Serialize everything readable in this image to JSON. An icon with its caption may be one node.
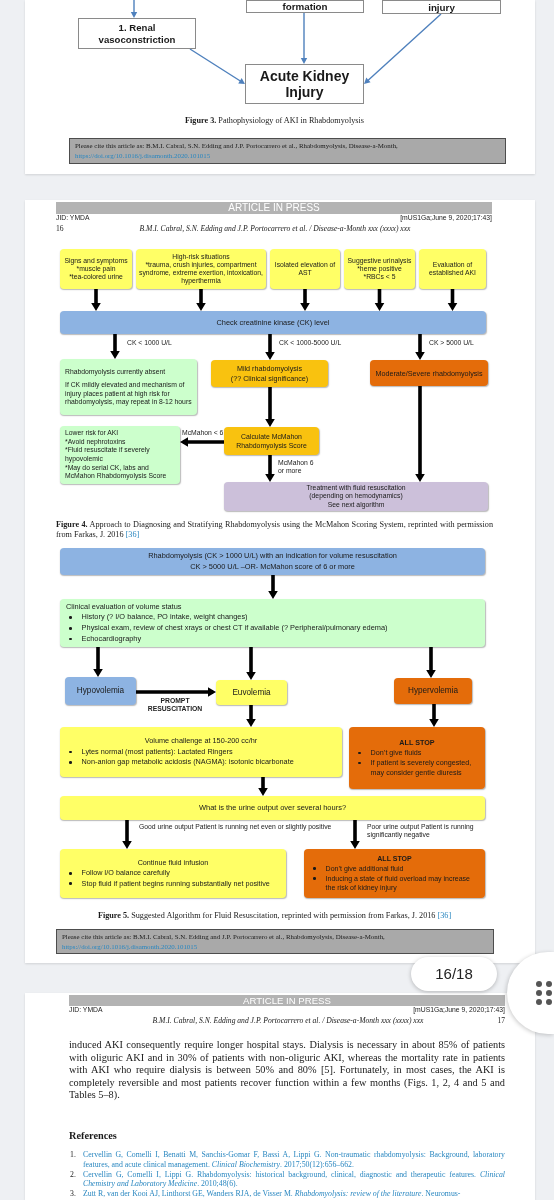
{
  "diagram": {
    "nodes": [
      {
        "text": [
          "formation"
        ]
      },
      {
        "text": [
          "injury"
        ]
      },
      {
        "text": [
          "1. Renal vasoconstriction"
        ]
      },
      {
        "text": [
          "Acute Kidney Injury"
        ]
      },
      {
        "text": [
          "Signs and symptoms",
          "*muscle pain",
          "*tea-colored urine"
        ]
      },
      {
        "text": [
          "High-risk situations",
          "*trauma, crush injuries, compartment syndrome, extreme exertion, intoxication, hyperthermia"
        ]
      },
      {
        "text": [
          "Isolated elevation of AST"
        ]
      },
      {
        "text": [
          "Suggestive urinalysis",
          "*heme positive",
          "*RBCs < 5"
        ]
      },
      {
        "text": [
          "Evaluation of established AKI"
        ]
      },
      {
        "text": [
          "Check creatinine kinase (CK) level"
        ]
      },
      {
        "text": [
          "Rhabdomyolysis currently absent",
          "If CK mildly elevated and mechanism of injury places patient at high risk for rhabdomyolysis, may repeat in 8-12 hours"
        ]
      },
      {
        "text": [
          "Mild rhabdomyolysis",
          "(?? Clinical significance)"
        ]
      },
      {
        "text": [
          "Moderate/Severe rhabdomyolysis"
        ]
      },
      {
        "text": [
          "Lower risk for AKI",
          "*Avoid nephrotoxins",
          "*Fluid resuscitate if severely hypovolemic",
          "*May do serial CK, labs and McMahon Rhabdomyolysis Score"
        ]
      },
      {
        "text": [
          "Calculate McMahon Rhabdomyolysis Score"
        ]
      },
      {
        "text": [
          "Treatment with fluid resuscitation",
          "(depending on hemodynamics)",
          "See next algorithm"
        ]
      },
      {
        "text": [
          "Rhabdomyolysis (CK > 1000 U/L) with an indication for volume resuscitation",
          "CK > 5000 U/L –OR- McMahon score of 6 or more"
        ]
      },
      {
        "text": [
          "Clinical evaluation of volume status",
          "History (? I/O balance, PO intake, weight changes)",
          "Physical exam, review of chest xrays or chest CT if available (? Peripheral/pulmonary edema)",
          "Echocardiography"
        ]
      },
      {
        "text": [
          "Hypovolemia"
        ]
      },
      {
        "text": [
          "Euvolemia"
        ]
      },
      {
        "text": [
          "Hypervolemia"
        ]
      },
      {
        "text": [
          "Volume challenge at 150-200 cc/hr",
          "Lytes normal (most patients): Lactated Ringers",
          "Non-anion gap metabolic acidosis (NAGMA): isotonic bicarbonate"
        ]
      },
      {
        "text": [
          "ALL STOP",
          "Don’t give fluids",
          "If patient is severely congested, may consider gentle diuresis"
        ]
      },
      {
        "text": [
          "What is the urine output over several hours?"
        ]
      },
      {
        "text": [
          "Continue fluid infusion",
          "Follow I/O balance carefully",
          "Stop fluid if patient begins running substantially net positive"
        ]
      },
      {
        "text": [
          "ALL STOP",
          "Don’t give additional fluid",
          "Inducing a state of fluid overload may increase the risk of kidney injury"
        ]
      }
    ],
    "edges": [
      {
        "from": null,
        "to": 2,
        "arrow": "to",
        "color": "#4f81bd"
      },
      {
        "from": 2,
        "to": 3,
        "arrow": "to",
        "color": "#4f81bd"
      },
      {
        "from": 0,
        "to": 3,
        "arrow": "to",
        "color": "#4f81bd"
      },
      {
        "from": 1,
        "to": 3,
        "arrow": "to",
        "color": "#4f81bd"
      },
      {
        "from": 4,
        "to": 9,
        "arrow": "to",
        "style": "thick"
      },
      {
        "from": 5,
        "to": 9,
        "arrow": "to",
        "style": "thick"
      },
      {
        "from": 6,
        "to": 9,
        "arrow": "to",
        "style": "thick"
      },
      {
        "from": 7,
        "to": 9,
        "arrow": "to",
        "style": "thick"
      },
      {
        "from": 8,
        "to": 9,
        "arrow": "to",
        "style": "thick"
      },
      {
        "from": 9,
        "to": 10,
        "arrow": "to",
        "style": "thick",
        "label": "CK < 1000 U/L"
      },
      {
        "from": 9,
        "to": 11,
        "arrow": "to",
        "style": "thick",
        "label": "CK < 1000-5000 U/L"
      },
      {
        "from": 9,
        "to": 12,
        "arrow": "to",
        "style": "thick",
        "label": "CK > 5000 U/L"
      },
      {
        "from": 11,
        "to": 14,
        "arrow": "to",
        "style": "thick"
      },
      {
        "from": 14,
        "to": 13,
        "arrow": "to",
        "style": "thick",
        "label": "McMahon < 6"
      },
      {
        "from": 14,
        "to": 15,
        "arrow": "to",
        "style": "thick",
        "label": "McMahon 6 or more"
      },
      {
        "from": 12,
        "to": 15,
        "arrow": "to",
        "style": "thick"
      },
      {
        "from": 16,
        "to": 17,
        "arrow": "to",
        "style": "thick"
      },
      {
        "from": 17,
        "to": 18,
        "arrow": "to",
        "style": "thick"
      },
      {
        "from": 17,
        "to": 19,
        "arrow": "to",
        "style": "thick"
      },
      {
        "from": 17,
        "to": 20,
        "arrow": "to",
        "style": "thick"
      },
      {
        "from": 18,
        "to": 19,
        "arrow": "to",
        "style": "thick",
        "label": "PROMPT RESUSCITATION"
      },
      {
        "from": 19,
        "to": 21,
        "arrow": "to",
        "style": "thick"
      },
      {
        "from": 20,
        "to": 22,
        "arrow": "to",
        "style": "thick"
      },
      {
        "from": 21,
        "to": 23,
        "arrow": "to",
        "style": "thick"
      },
      {
        "from": 23,
        "to": 24,
        "arrow": "to",
        "style": "thick",
        "label": "Good urine output Patient is running net even or slightly positive"
      },
      {
        "from": 23,
        "to": 25,
        "arrow": "to",
        "style": "thick",
        "label": "Poor urine output Patient is running significantly negative"
      }
    ],
    "labels": [
      "**Figure 3.** Pathophysiology of AKI in Rhabdomyolysis",
      "Please cite this article as: B.M.I. Cabral, S.N. Edding and J.P. Portocarrero et al., Rhabdomyolysis, Disease-a-Month,",
      "https://doi.org/10.1016/j.disamonth.2020.101015",
      "ARTICLE IN PRESS",
      "JID: YMDA",
      "[mUS1Ga;June 9, 2020;17:43]",
      "16",
      "B.M.I. Cabral, S.N. Edding and J.P. Portocarrero et al. / Disease-a-Month xxx (xxxx) xxx",
      "**Figure 4.** Approach to Diagnosing and Stratifying Rhabdomyolysis using the McMahon Scoring System, reprinted with permission from Farkas, J. 2016",
      "[36]",
      "**Figure 5.** Suggested Algorithm for Fluid Resuscitation, reprinted with permission from Farkas, J. 2016",
      "[36]",
      "Please cite this article as: B.M.I. Cabral, S.N. Edding and J.P. Portocarrero et al., Rhabdomyolysis, Disease-a-Month,",
      "https://doi.org/10.1016/j.disamonth.2020.101015",
      "16/18",
      "ARTICLE IN PRESS",
      "JID: YMDA",
      "[mUS1Ga;June 9, 2020;17:43]",
      "B.M.I. Cabral, S.N. Edding and J.P. Portocarrero et al. / Disease-a-Month xxx (xxxx) xxx",
      "17",
      "induced AKI consequently require longer hospital stays. Dialysis is necessary in about 85% of patients with oliguric AKI and in 30% of patients with non-oliguric AKI, whereas the mortality rate in patients with AKI who require dialysis is between 50% and 80% [5]. Fortunately, in most cases, the AKI is completely reversible and most patients recover function within a few months (Figs. 1, 2, 4 and 5 and Tables 5–8).",
      "References",
      "1.",
      "Cervellin G, Comelli I, Benatti M, Sanchis-Gomar F, Bassi A, Lippi G. Non-traumatic rhabdomyolysis: Background, laboratory features, and acute clinical management. *Clinical Biochemistry*. 2017;50(12):656–662.",
      "2.",
      "Cervellin G, Comelli I, Lippi G. Rhabdomyolysis: historical background, clinical, diagnostic and therapeutic features. *Clinical Chemistry and Laboratory Medicine*. 2010;48(6).",
      "3.",
      "Zutt R, van der Kooi AJ, Linthorst GE, Wanders RJA, de Visser M. *Rhabdomyolysis: review of the literature*. Neuromus-"
    ]
  }
}
